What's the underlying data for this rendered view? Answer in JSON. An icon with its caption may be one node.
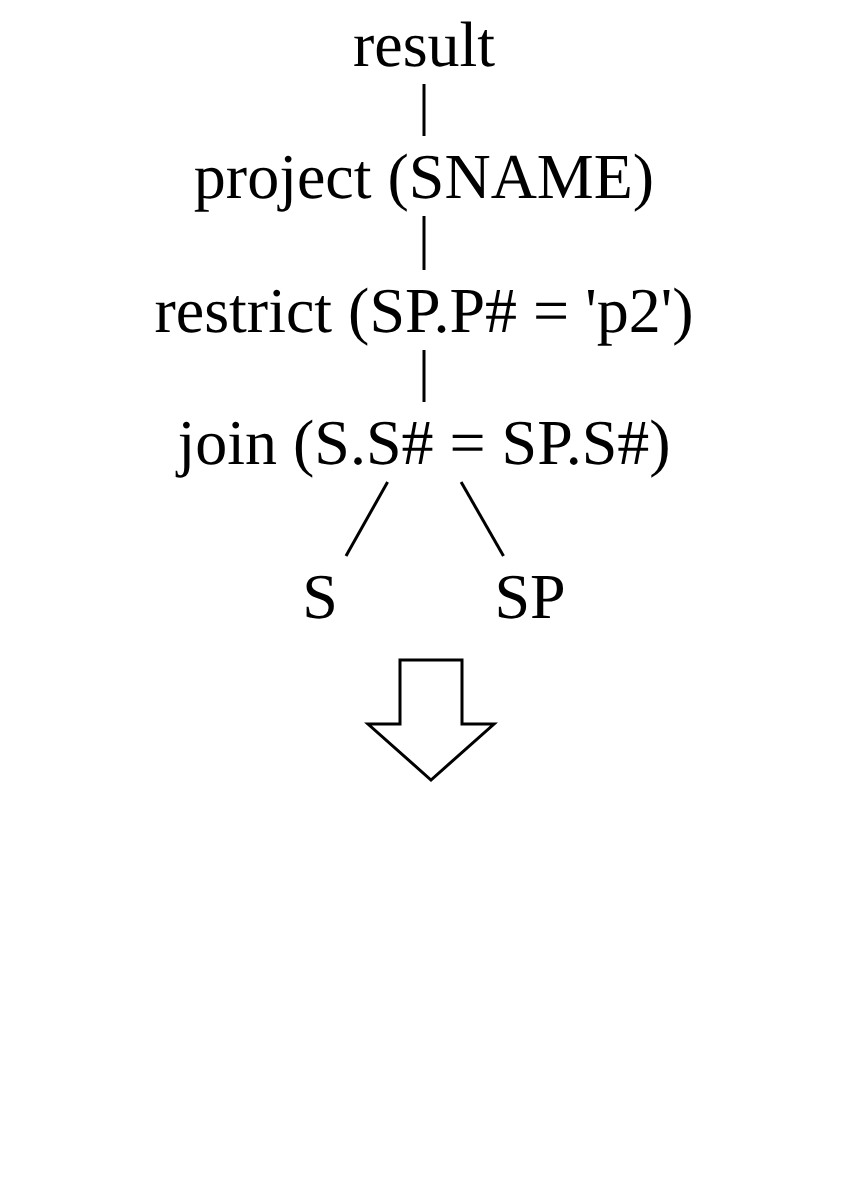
{
  "diagram": {
    "nodes": [
      {
        "text": [
          "result"
        ]
      },
      {
        "text": [
          "project (SNAME)"
        ]
      },
      {
        "text": [
          "restrict (SP.P# = 'p2')"
        ]
      },
      {
        "text": [
          "join (S.S# = SP.S#)"
        ]
      },
      {
        "text": [
          "S"
        ]
      },
      {
        "text": [
          "SP"
        ]
      }
    ],
    "edges": [
      {
        "from": 0,
        "to": 1,
        "arrow": "none"
      },
      {
        "from": 1,
        "to": 2,
        "arrow": "none"
      },
      {
        "from": 2,
        "to": 3,
        "arrow": "none"
      },
      {
        "from": 3,
        "to": 4,
        "arrow": "none"
      },
      {
        "from": 3,
        "to": 5,
        "arrow": "none"
      }
    ]
  }
}
